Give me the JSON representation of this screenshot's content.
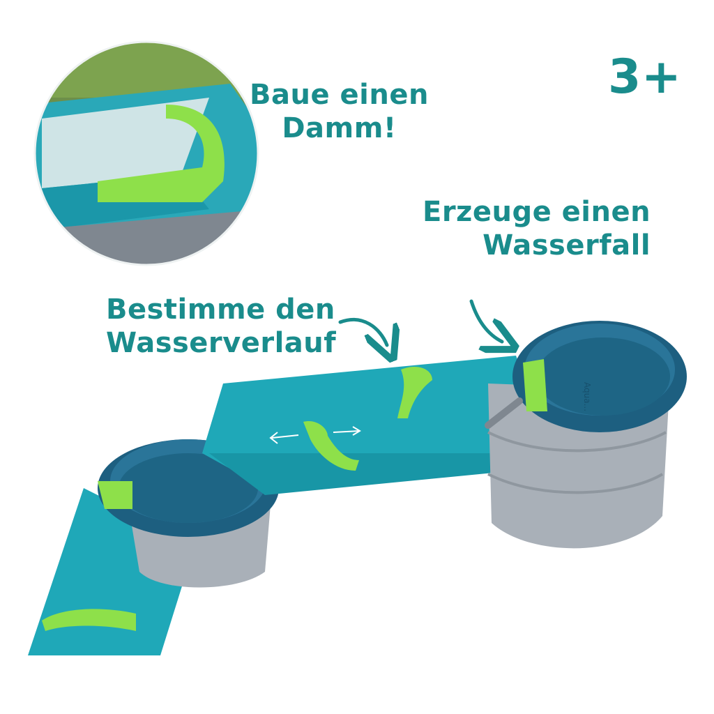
{
  "age_badge": "3+",
  "captions": {
    "dam": [
      "Baue einen",
      "Damm!"
    ],
    "waterfall": [
      "Erzeuge einen",
      "Wasserfall"
    ],
    "course": [
      "Bestimme den",
      "Wasserverlauf"
    ]
  },
  "bucket_embossed_text": "Aqua...",
  "colors": {
    "text_teal": "#1a8c8c",
    "channel_teal": "#1fa8b8",
    "bucket_blue": "#1d5f80",
    "bucket_grey": "#a9b0b8",
    "dam_green": "#8ee04a"
  }
}
